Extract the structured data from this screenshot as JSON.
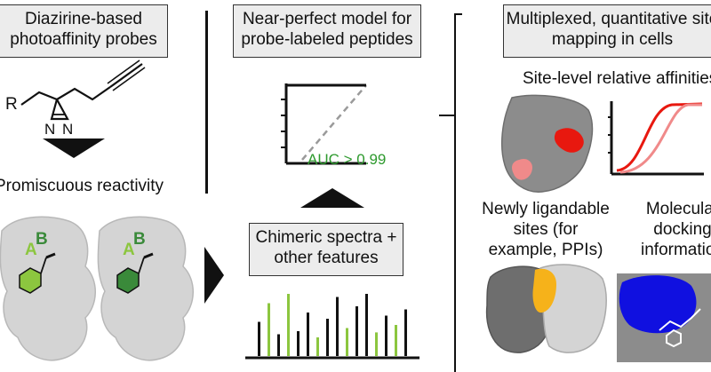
{
  "panel_left": {
    "box_line1": "Diazirine-based",
    "box_line2": "photoaffinity probes",
    "r_label": "R",
    "reactivity_label": "Promiscuous reactivity",
    "site_a": "A",
    "site_b": "B"
  },
  "panel_middle": {
    "model_box_line1": "Near-perfect model for",
    "model_box_line2": "probe-labeled peptides",
    "auc_label": "AUC > 0.99",
    "features_box_line1": "Chimeric spectra +",
    "features_box_line2": "other features"
  },
  "panel_right": {
    "box_line1": "Multiplexed, quantitative site",
    "box_line2": "mapping in cells",
    "affinities_label": "Site-level relative affinities",
    "ligandable_line1": "Newly ligandable",
    "ligandable_line2": "sites (for",
    "ligandable_line3": "example, PPIs)",
    "docking_line1": "Molecular",
    "docking_line2": "docking",
    "docking_line3": "information"
  },
  "colors": {
    "green_light": "#8cc63f",
    "green_dark": "#3a8a3a",
    "auc_green": "#2e9a2e",
    "red": "#e8180f",
    "pink": "#f08a8a",
    "orange": "#f6b21a",
    "blue": "#1010e0",
    "protein_gray": "#8c8c8c",
    "box_fill": "#ececec"
  },
  "spectrum_bars": [
    {
      "h": 0.55,
      "c": "k"
    },
    {
      "h": 0.85,
      "c": "g"
    },
    {
      "h": 0.35,
      "c": "k"
    },
    {
      "h": 1.0,
      "c": "g"
    },
    {
      "h": 0.4,
      "c": "k"
    },
    {
      "h": 0.7,
      "c": "k"
    },
    {
      "h": 0.3,
      "c": "g"
    },
    {
      "h": 0.6,
      "c": "k"
    },
    {
      "h": 0.95,
      "c": "k"
    },
    {
      "h": 0.45,
      "c": "g"
    },
    {
      "h": 0.8,
      "c": "k"
    },
    {
      "h": 1.0,
      "c": "k"
    },
    {
      "h": 0.38,
      "c": "g"
    },
    {
      "h": 0.65,
      "c": "k"
    },
    {
      "h": 0.5,
      "c": "g"
    },
    {
      "h": 0.75,
      "c": "k"
    }
  ]
}
